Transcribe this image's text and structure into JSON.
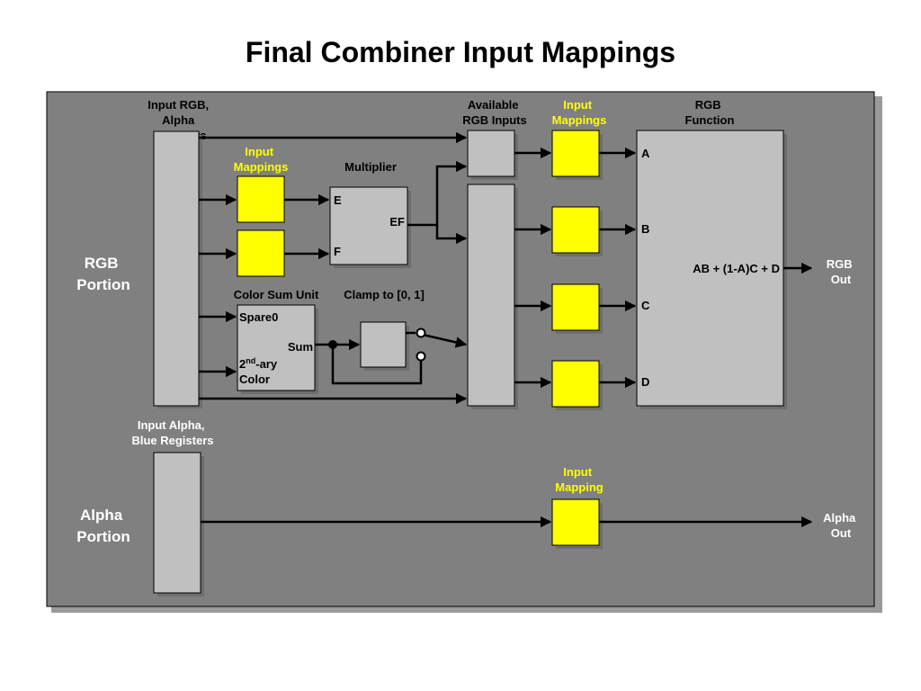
{
  "title": "Final Combiner Input Mappings",
  "colors": {
    "panel": "#808080",
    "panel_shadow": "#9a9a9a",
    "register_box": "#c0c0c0",
    "mapping_box": "#ffff00",
    "label_highlight": "#ffff00",
    "label_white": "#ffffff"
  },
  "labels": {
    "input_rgb_alpha": [
      "Input RGB,",
      "Alpha",
      "Registers"
    ],
    "input_mappings_left": [
      "Input",
      "Mappings"
    ],
    "multiplier": "Multiplier",
    "available_rgb_inputs": [
      "Available",
      "RGB Inputs"
    ],
    "input_mappings_right": [
      "Input",
      "Mappings"
    ],
    "rgb_function": [
      "RGB",
      "Function"
    ],
    "rgb_portion": [
      "RGB",
      "Portion"
    ],
    "color_sum_unit": "Color Sum Unit",
    "clamp": "Clamp to [0, 1]",
    "rgb_out": [
      "RGB",
      "Out"
    ],
    "input_alpha_blue": [
      "Input Alpha,",
      "Blue Registers"
    ],
    "input_mapping_alpha": [
      "Input",
      "Mapping"
    ],
    "alpha_portion": [
      "Alpha",
      "Portion"
    ],
    "alpha_out": [
      "Alpha",
      "Out"
    ]
  },
  "multiplier_box": {
    "e": "E",
    "f": "F",
    "ef": "EF"
  },
  "color_sum_box": {
    "spare0": "Spare0",
    "sum": "Sum",
    "secondary_base": "2",
    "secondary_sup": "nd",
    "secondary_rest": "-ary",
    "color": "Color"
  },
  "rgb_function_box": {
    "inputs": [
      "A",
      "B",
      "C",
      "D"
    ],
    "formula": "AB + (1-A)C + D"
  }
}
